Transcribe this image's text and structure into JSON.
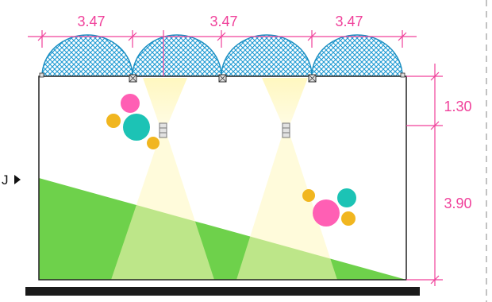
{
  "colors": {
    "dimension": "#f0409a",
    "dome_fill": "#2aa9d8",
    "dome_stroke": "#1b8fc2",
    "grass": "#6ed14b",
    "light_beam": "#fff2a8",
    "floor_bar": "#1a1a1a",
    "dashed_line": "#9a9a9a",
    "ball_pink": "#ff5fb4",
    "ball_teal": "#1cc3b5",
    "ball_yellow": "#f1b61f"
  },
  "dimensions": {
    "width_1": "3.47",
    "width_2": "3.47",
    "width_3": "3.47",
    "height_upper": "1.30",
    "height_lower": "3.90"
  },
  "side_label": "J",
  "icons": {
    "side_marker": "play-triangle-icon",
    "lamp": "lamp-icon",
    "mount": "mount-bracket-icon"
  }
}
